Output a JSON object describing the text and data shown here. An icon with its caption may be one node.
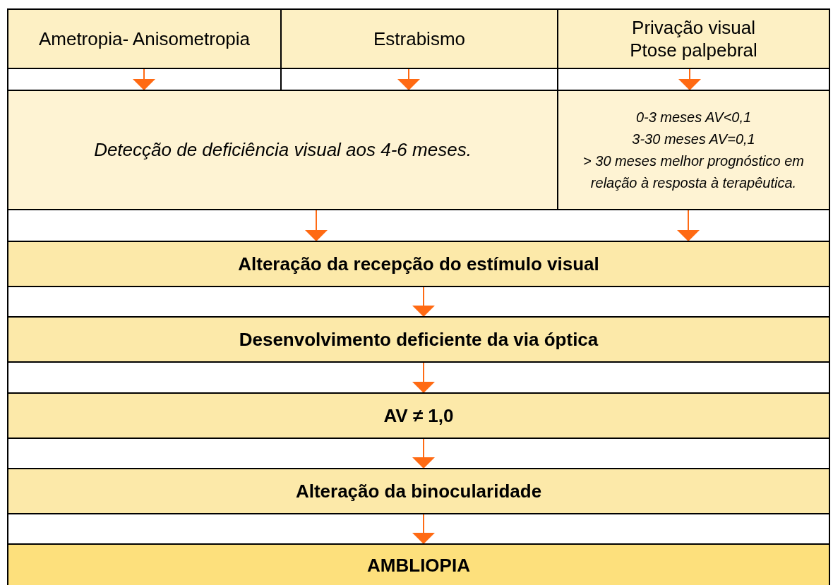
{
  "diagram": {
    "nodes": [
      {
        "text": [
          "Ametropia- Anisometropia"
        ]
      },
      {
        "text": [
          "Estrabismo"
        ]
      },
      {
        "text": [
          "Privação visual",
          "Ptose palpebral"
        ]
      },
      {
        "text": [
          "Detecção de deficiência visual aos 4-6 meses."
        ]
      },
      {
        "text": [
          "0-3 meses AV<0,1",
          "3-30 meses AV=0,1",
          "> 30 meses melhor prognóstico em relação à resposta à terapêutica."
        ]
      },
      {
        "text": [
          "Alteração da recepção do estímulo visual"
        ]
      },
      {
        "text": [
          "Desenvolvimento deficiente da via óptica"
        ]
      },
      {
        "text": [
          "AV ≠ 1,0"
        ]
      },
      {
        "text": [
          "Alteração da binocularidade"
        ]
      },
      {
        "text": [
          "AMBLIOPIA"
        ]
      }
    ],
    "edges": [
      {
        "from": 0,
        "to": 3,
        "arrow": "to"
      },
      {
        "from": 1,
        "to": 3,
        "arrow": "to"
      },
      {
        "from": 2,
        "to": 4,
        "arrow": "to"
      },
      {
        "from": 3,
        "to": 5,
        "arrow": "to"
      },
      {
        "from": 4,
        "to": 5,
        "arrow": "to"
      },
      {
        "from": 5,
        "to": 6,
        "arrow": "to"
      },
      {
        "from": 6,
        "to": 7,
        "arrow": "to"
      },
      {
        "from": 7,
        "to": 8,
        "arrow": "to"
      },
      {
        "from": 8,
        "to": 9,
        "arrow": "to"
      }
    ]
  }
}
